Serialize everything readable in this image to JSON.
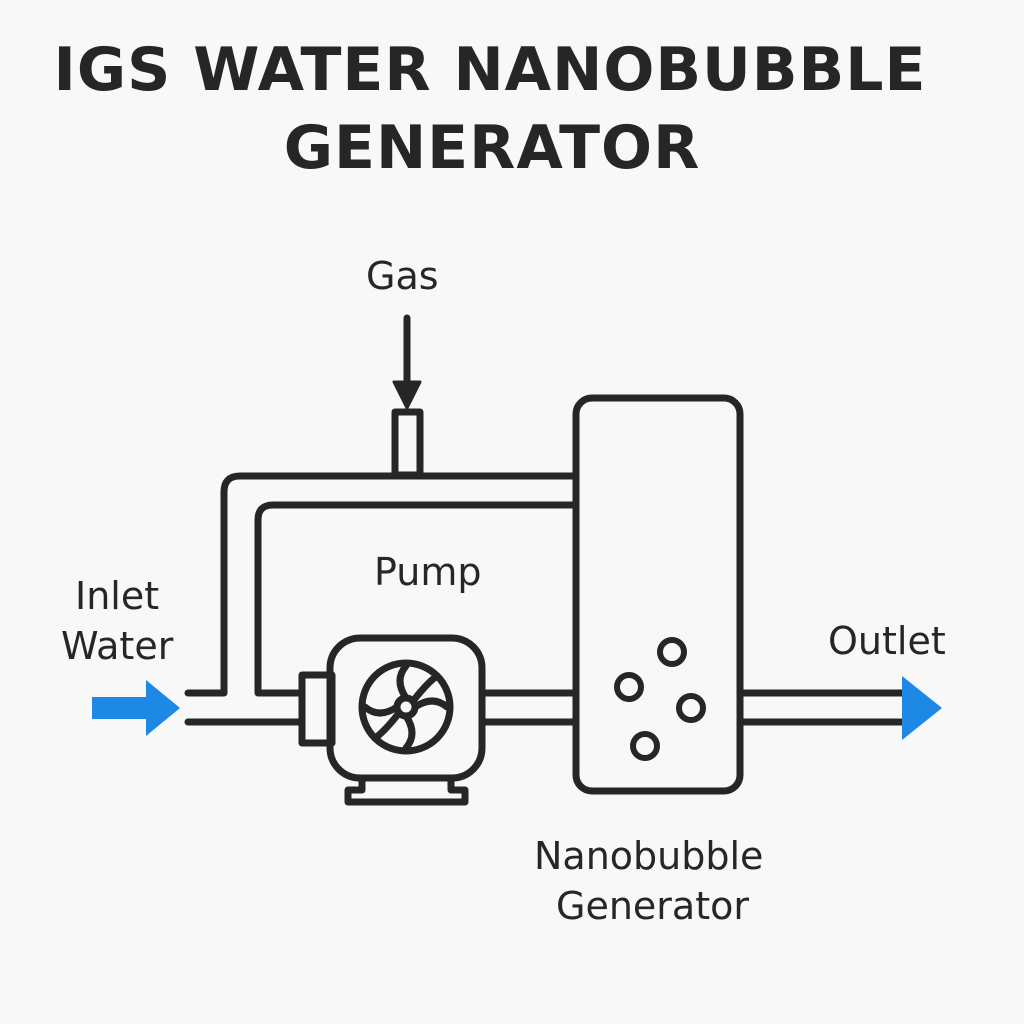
{
  "title": {
    "line1": "IGS WATER NANOBUBBLE",
    "line2": "GENERATOR"
  },
  "labels": {
    "gas": "Gas",
    "pump": "Pump",
    "inlet_line1": "Inlet",
    "inlet_line2": "Water",
    "outlet": "Outlet",
    "generator_line1": "Nanobubble",
    "generator_line2": "Generator"
  },
  "colors": {
    "stroke": "#262626",
    "flow_arrow": "#1e88e5",
    "background": "#f8f8f8"
  }
}
